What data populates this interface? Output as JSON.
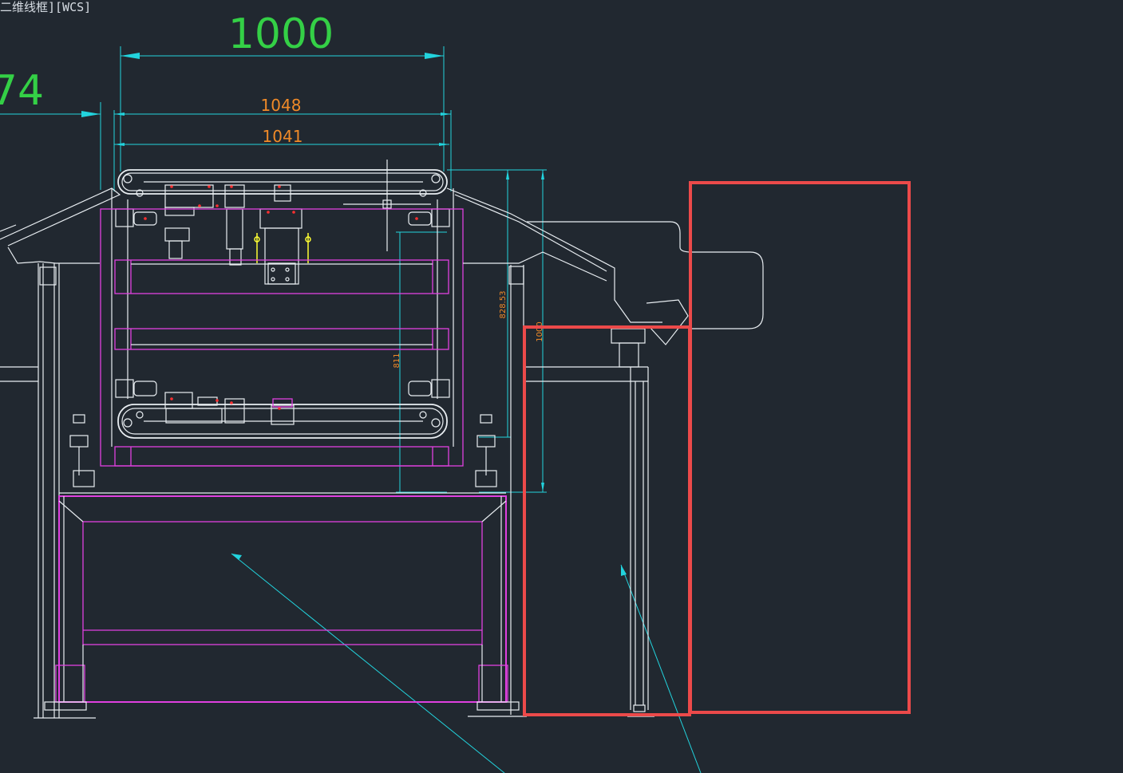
{
  "viewport": {
    "label": "二维线框][WCS]"
  },
  "dimensions": {
    "overall_width": "1000",
    "partial_left": "74",
    "outer_width": "1048",
    "inner_width": "1041",
    "height_a": "828.53",
    "height_b": "1000",
    "height_c": "811"
  },
  "colors": {
    "background": "#212830",
    "geometry": "#e9eef2",
    "layer_magenta": "#e040e0",
    "dimension_lines": "#22d3dd",
    "dimension_text_green": "#34d046",
    "dimension_text_orange": "#f08a28",
    "highlight_box": "#ec4a4a"
  }
}
